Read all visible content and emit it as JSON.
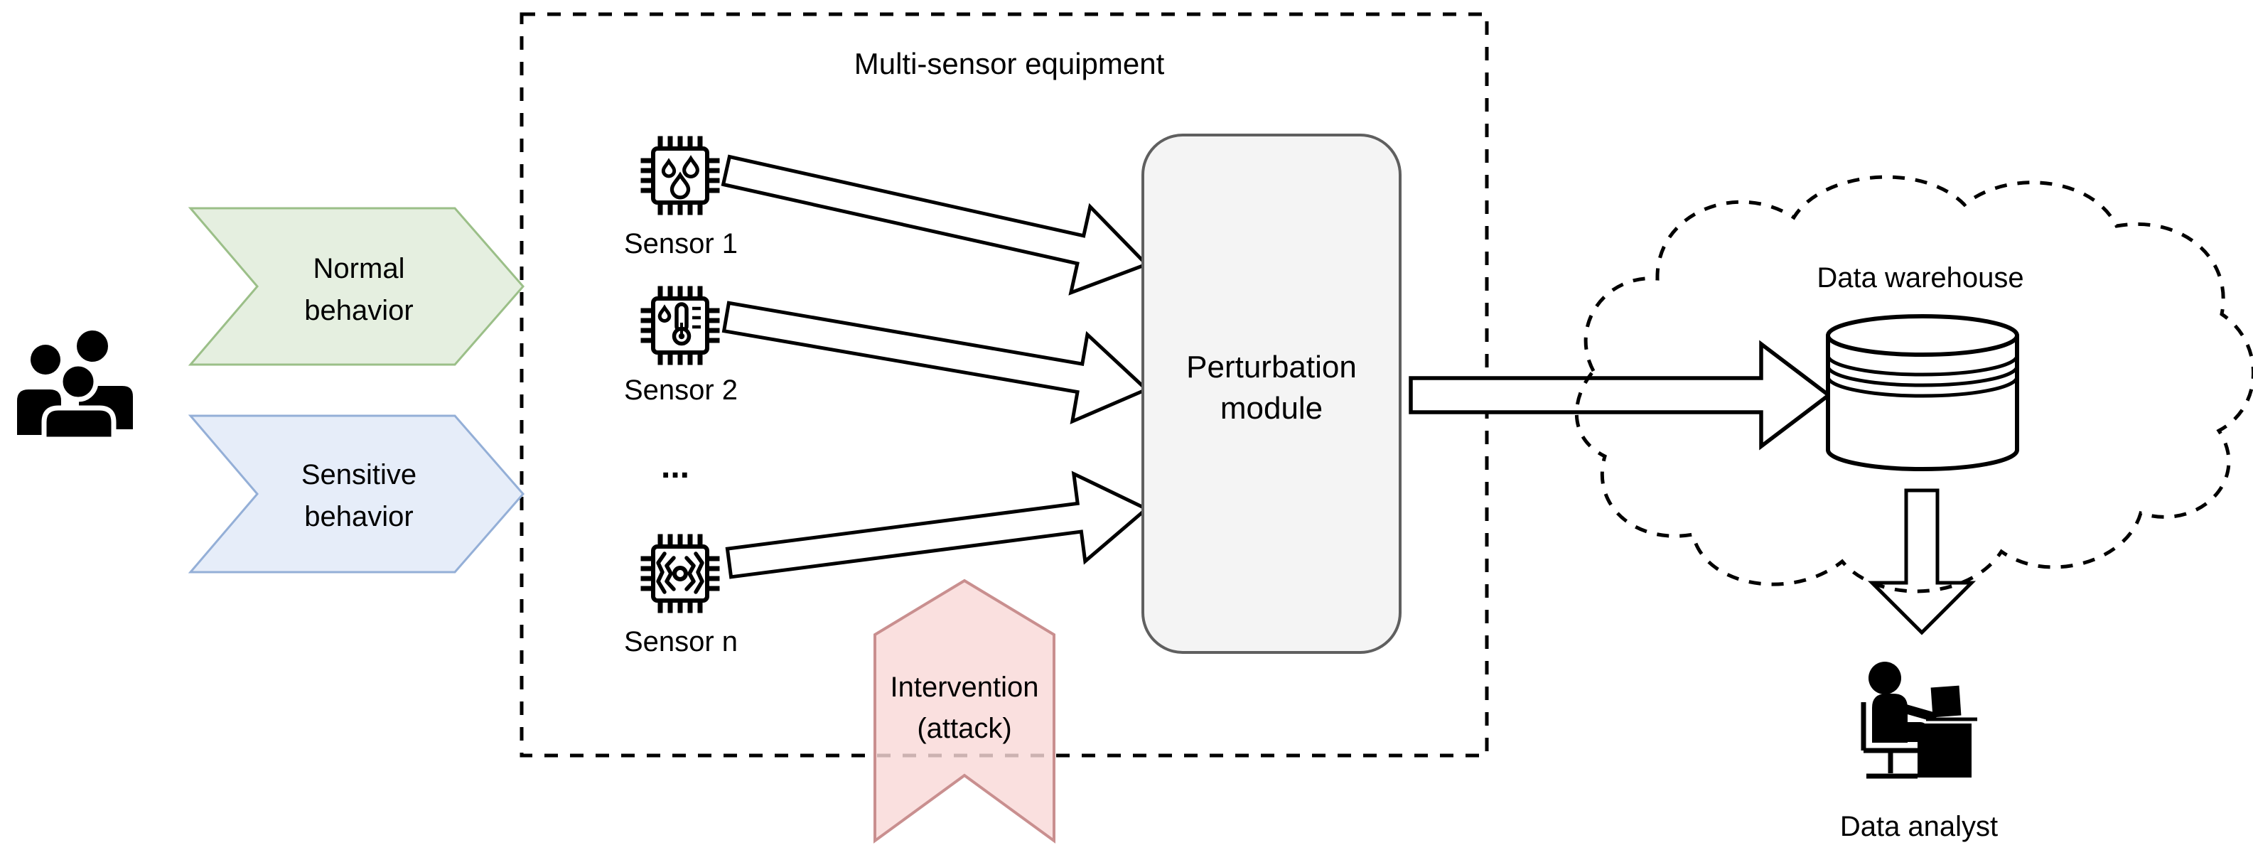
{
  "colors": {
    "normal_fill": "#e5efe0",
    "normal_stroke": "#9bbf88",
    "sensitive_fill": "#e6edf9",
    "sensitive_stroke": "#94afd7",
    "intervention_fill": "#f9d9d8",
    "intervention_stroke": "#c98f8f",
    "module_fill": "#f4f4f4",
    "module_stroke": "#5f5f5f",
    "module_text": "#3a3a3a",
    "ink": "#000000"
  },
  "flows": {
    "normal": {
      "line1": "Normal",
      "line2": "behavior"
    },
    "sensitive": {
      "line1": "Sensitive",
      "line2": "behavior"
    }
  },
  "equipment": {
    "title": "Multi-sensor equipment",
    "sensors": [
      {
        "label": "Sensor 1",
        "icon": "humidity-sensor-chip-icon"
      },
      {
        "label": "Sensor 2",
        "icon": "temperature-sensor-chip-icon"
      },
      {
        "label": "Sensor n",
        "icon": "vibration-sensor-chip-icon"
      }
    ],
    "ellipsis": "...",
    "module": {
      "line1": "Perturbation",
      "line2": "module"
    }
  },
  "intervention": {
    "line1": "Intervention",
    "line2": "(attack)"
  },
  "cloud": {
    "warehouse_label": "Data warehouse",
    "icon": "database-cylinder-icon"
  },
  "analyst": {
    "label": "Data analyst",
    "icon": "analyst-at-desk-icon"
  }
}
